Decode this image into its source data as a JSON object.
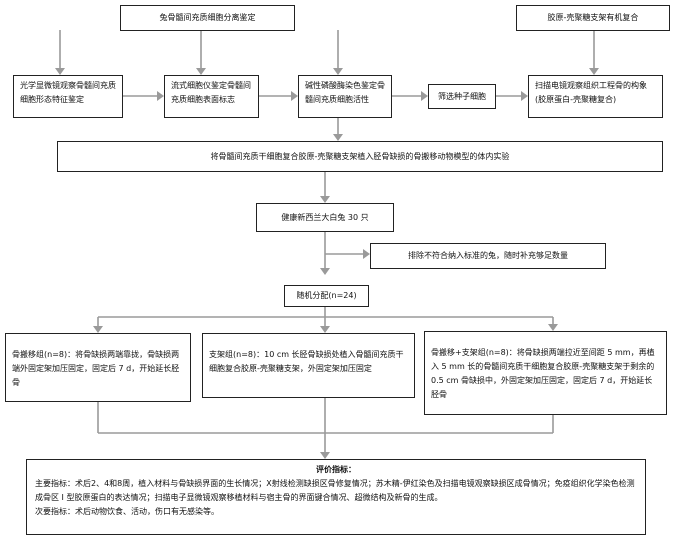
{
  "nodes": {
    "top_left": "兔骨髓间充质细胞分离鉴定",
    "top_right": "胶原-壳聚糖支架有机复合",
    "morph": "光学显微镜观察骨髓间充质细胞形态特征鉴定",
    "flow": "流式细胞仪鉴定骨髓间充质细胞表面标志",
    "alp": "碱性磷酸酶染色鉴定骨髓间充质细胞活性",
    "seed": "筛选种子细胞",
    "sem": "扫描电镜观察组织工程骨的构象(胶原蛋白-壳聚糖复合)",
    "experiment": "将骨髓间充质干细胞复合胶原-壳聚糖支架植入胫骨缺损的骨搬移动物模型的体内实验",
    "rabbits": "健康新西兰大白兔 30 只",
    "exclude": "排除不符合纳入标准的兔，随时补充够足数量",
    "grouping": "随机分配(n=24)",
    "group1": "骨搬移组(n=8)：将骨缺损两端靠拢，骨缺损两端外固定架加压固定，固定后 7 d，开始延长胫骨",
    "group2": "支架组(n=8)：10 cm 长胫骨缺损处植入骨髓间充质干细胞复合胶原-壳聚糖支架，外固定架加压固定",
    "group3": "骨搬移+支架组(n=8)：将骨缺损两端拉近至间距 5 mm，再植入 5 mm 长的骨髓间充质干细胞复合胶原-壳聚糖支架于剩余的 0.5 cm 骨缺损中，外固定架加压固定，固定后 7 d，开始延长胫骨",
    "eval_title": "评价指标：",
    "eval_main": "主要指标：术后2、4和8周，植入材料与骨缺损界面的生长情况；X射线检测缺损区骨修复情况；苏木精-伊红染色及扫描电镜观察缺损区成骨情况；免疫组织化学染色检测成骨区 I 型胶原蛋白的表达情况；扫描电子显微镜观察移植材料与宿主骨的界面键合情况、超微结构及新骨的生成。",
    "eval_secondary": "次要指标：术后动物饮食、活动，伤口有无感染等。"
  },
  "colors": {
    "border": "#222222",
    "connector": "#9a9a9a"
  }
}
